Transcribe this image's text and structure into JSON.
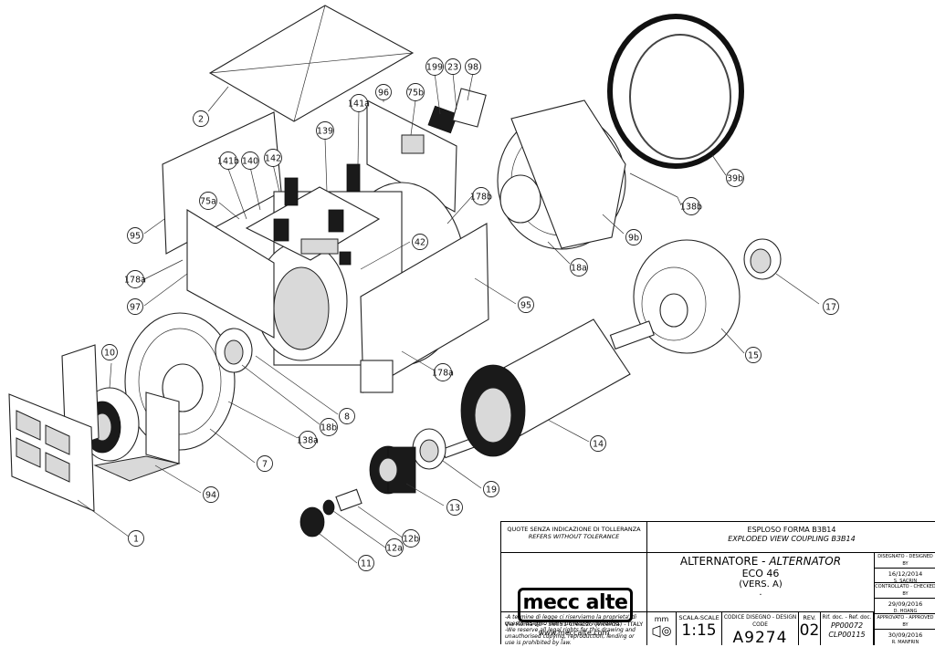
{
  "part_labels": [
    {
      "id": "2"
    },
    {
      "id": "199"
    },
    {
      "id": "23"
    },
    {
      "id": "98"
    },
    {
      "id": "96"
    },
    {
      "id": "75b"
    },
    {
      "id": "141a"
    },
    {
      "id": "139"
    },
    {
      "id": "141b"
    },
    {
      "id": "140"
    },
    {
      "id": "142"
    },
    {
      "id": "95"
    },
    {
      "id": "75a"
    },
    {
      "id": "178b"
    },
    {
      "id": "42"
    },
    {
      "id": "178a"
    },
    {
      "id": "97"
    },
    {
      "id": "95"
    },
    {
      "id": "18a"
    },
    {
      "id": "9b"
    },
    {
      "id": "138b"
    },
    {
      "id": "39b"
    },
    {
      "id": "17"
    },
    {
      "id": "15"
    },
    {
      "id": "10"
    },
    {
      "id": "8"
    },
    {
      "id": "18b"
    },
    {
      "id": "178a"
    },
    {
      "id": "138a"
    },
    {
      "id": "7"
    },
    {
      "id": "94"
    },
    {
      "id": "1"
    },
    {
      "id": "14"
    },
    {
      "id": "19"
    },
    {
      "id": "13"
    },
    {
      "id": "12b"
    },
    {
      "id": "12a"
    },
    {
      "id": "11"
    }
  ],
  "title_block": {
    "tolerance_it": "QUOTE SENZA INDICAZIONE DI TOLLERANZA",
    "tolerance_en": "REFERS WITHOUT TOLERANCE",
    "logo": "mecc alte",
    "address": "Via Roma 20 - 36051 Creazzo (Vicenza) - ITALY",
    "website": "www.meccalte.com",
    "legal_it": "-A termine di legge ci riserviamo la proprieta' di questo disegno con il divieto di riprodurlo.",
    "legal_en": "-We reserve all legal rights for this drawing and unauthorised copying, reproduction, lending or use is prohibited by law.",
    "drawing_title_it": "ESPLOSO FORMA B3B14",
    "drawing_title_en": "EXPLODED VIEW COUPLING B3B14",
    "product_it": "ALTERNATORE -",
    "product_en": "ALTERNATOR",
    "model": "ECO 46",
    "version": "(VERS. A)",
    "dot": ".",
    "unit": "mm",
    "scale_label": "SCALA-SCALE",
    "scale": "1:15",
    "code_label": "CODICE DISEGNO - DESIGN CODE",
    "code": "A9274",
    "rev_label": "REV.",
    "rev": "02",
    "refdoc_label": "Rif. doc. - Ref. doc.",
    "refdoc_1": "PP00072",
    "refdoc_2": "CLP00115",
    "designed_label": "DISEGNATO - DESIGNED BY",
    "designed_date": "16/12/2014",
    "designed_by": "S. SACRIN",
    "checked_label": "CONTROLLATO - CHECKED BY",
    "checked_date": "29/09/2016",
    "checked_by": "D. HOANG",
    "approved_label": "APPROVATO - APPROVED BY",
    "approved_date": "30/09/2016",
    "approved_by": "R. MANFRIN"
  }
}
